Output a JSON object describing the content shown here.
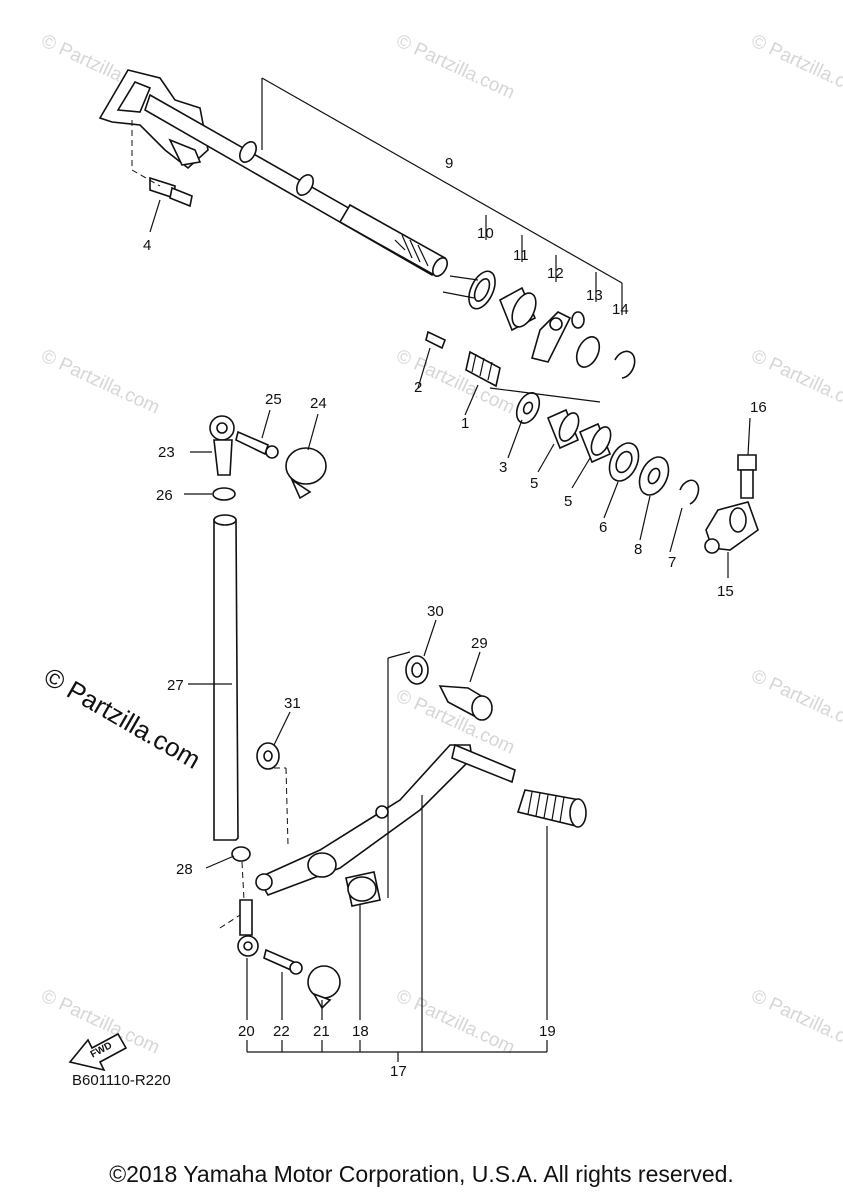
{
  "diagram": {
    "code": "B601110-R220",
    "copyright": "©2018 Yamaha Motor Corporation, U.S.A. All rights reserved.",
    "fwd_label": "FWD",
    "watermark": "© Partzilla.com",
    "callouts": [
      "1",
      "2",
      "3",
      "4",
      "5",
      "5",
      "6",
      "7",
      "8",
      "9",
      "10",
      "11",
      "12",
      "13",
      "14",
      "15",
      "16",
      "17",
      "18",
      "19",
      "20",
      "21",
      "22",
      "23",
      "24",
      "25",
      "26",
      "27",
      "28",
      "29",
      "30",
      "31"
    ]
  }
}
